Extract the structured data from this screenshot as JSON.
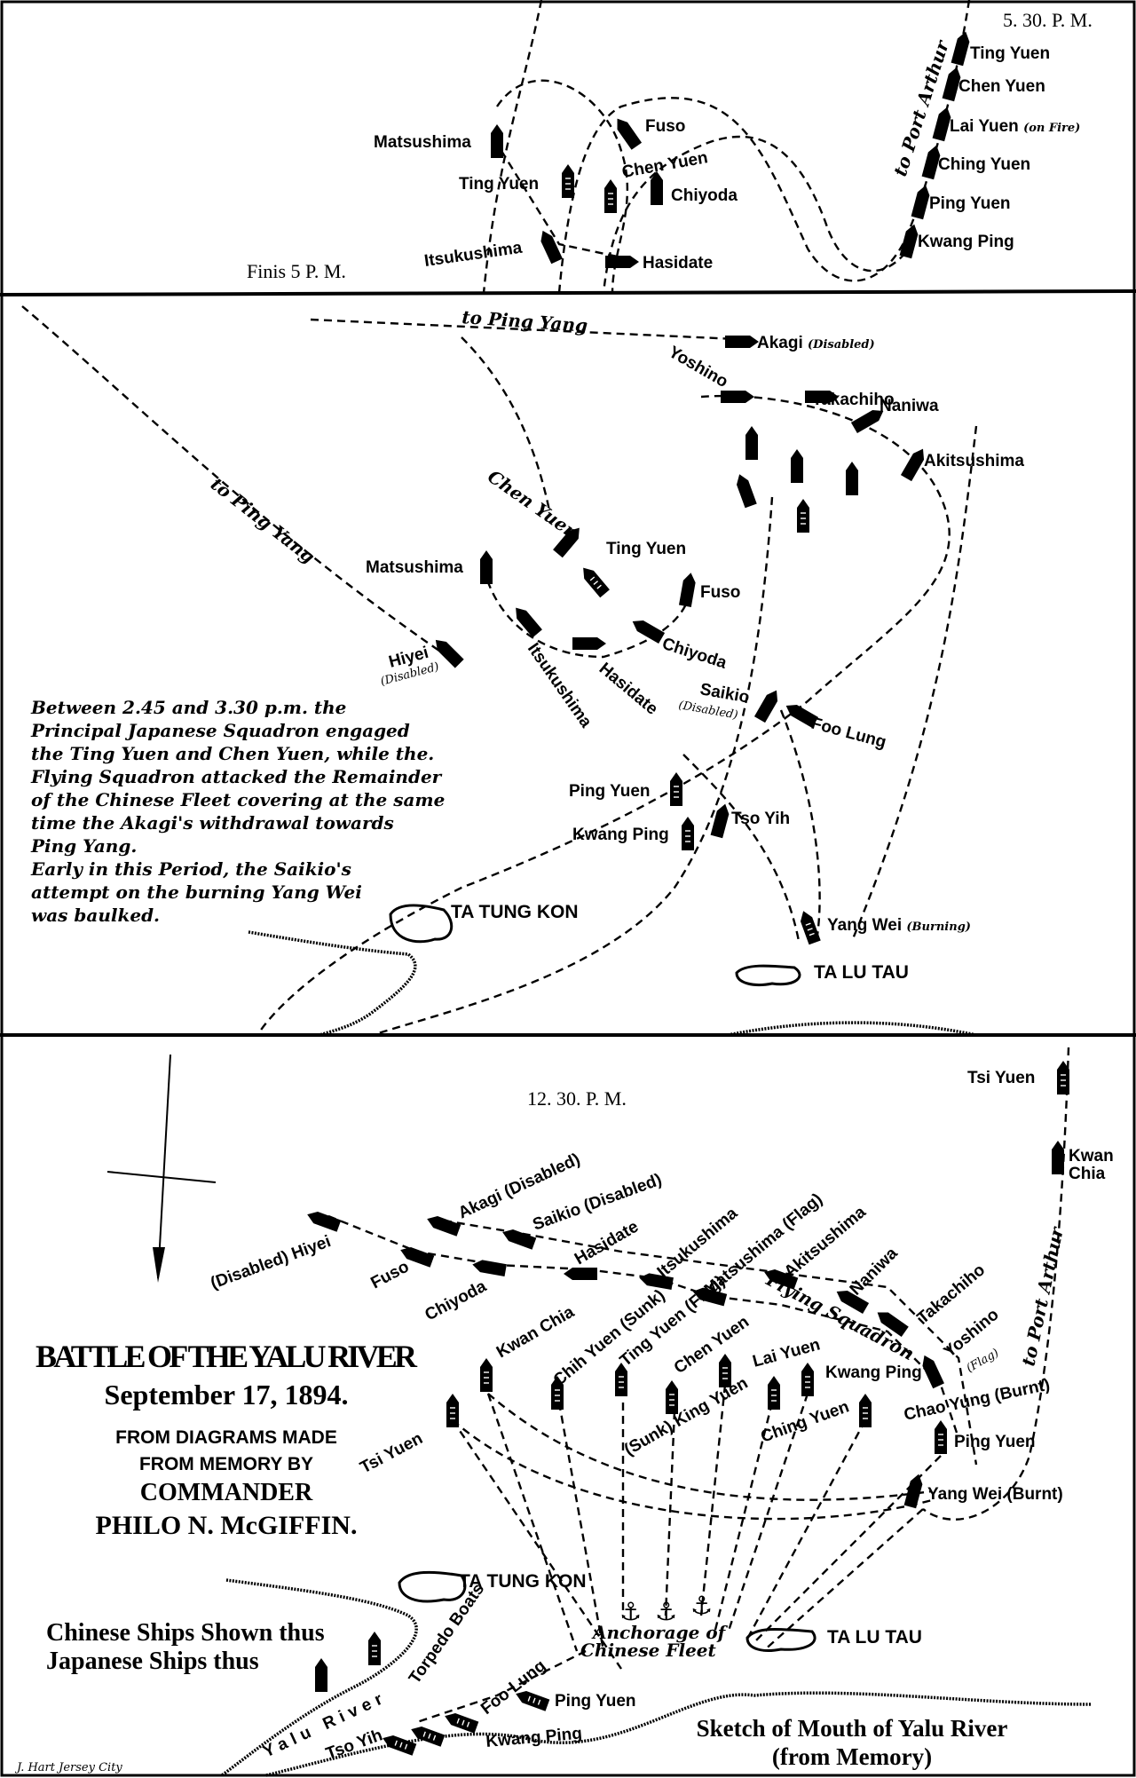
{
  "top_panel": {
    "time": "5. 30. P. M.",
    "finis": "Finis 5 P. M.",
    "to_port_arthur": "to Port Arthur",
    "chinese_ships": [
      "Ting Yuen",
      "Chen Yuen",
      "Lai Yuen",
      "Ching Yuen",
      "Ping Yuen",
      "Kwang Ping"
    ],
    "lai_yuen_note": "(on Fire)",
    "japanese_ships": [
      "Matsushima",
      "Fuso",
      "Chiyoda",
      "Itsukushima",
      "Hasidate"
    ],
    "center_chinese": [
      "Ting Yuen",
      "Chen Yuen"
    ]
  },
  "middle_panel": {
    "to_ping_yang_top": "to Ping Yang",
    "to_ping_yang_diag": "to Ping Yang",
    "akagi": "Akagi",
    "akagi_note": "(Disabled)",
    "yoshino": "Yoshino",
    "takachiho": "Takachiho",
    "naniwa": "Naniwa",
    "akitsushima": "Akitsushima",
    "chen_yuen": "Chen Yuen",
    "ting_yuen": "Ting Yuen",
    "fuso": "Fuso",
    "matsushima": "Matsushima",
    "chiyoda": "Chiyoda",
    "itsukushima": "Itsukushima",
    "hasidate": "Hasidate",
    "hiyei": "Hiyei",
    "hiyei_note": "(Disabled)",
    "saikio": "Saikio",
    "saikio_note": "(Disabled)",
    "foo_lung": "Foo Lung",
    "ping_yuen": "Ping Yuen",
    "kwang_ping": "Kwang Ping",
    "tso_yih": "Tso Yih",
    "yang_wei": "Yang Wei",
    "yang_wei_note": "(Burning)",
    "ta_tung_kon": "TA TUNG KON",
    "ta_lu_tau": "TA LU TAU",
    "note_lines": [
      "Between 2.45 and 3.30 p.m. the",
      "Principal Japanese Squadron engaged",
      "the Ting Yuen and Chen Yuen, while the.",
      "Flying Squadron attacked the Remainder",
      "of the Chinese Fleet covering at the same",
      "time the Akagi's withdrawal towards",
      "Ping Yang.",
      "Early in this Period, the Saikio's",
      "attempt on the burning Yang Wei",
      "was baulked."
    ]
  },
  "bottom_panel": {
    "time": "12. 30. P. M.",
    "tsi_yuen_top": "Tsi Yuen",
    "kwan_chia_top_1": "Kwan",
    "kwan_chia_top_2": "Chia",
    "to_port_arthur": "to Port Arthur",
    "hiyei": "(Disabled) Hiyei",
    "fuso": "Fuso",
    "chiyoda": "Chiyoda",
    "akagi": "Akagi (Disabled)",
    "saikio": "Saikio (Disabled)",
    "hasidate": "Hasidate",
    "itsukushima": "Itsukushima",
    "matsushima": "Matsushima (Flag)",
    "akitsushima": "Akitsushima",
    "flying_squadron": "Flying Squadron",
    "naniwa": "Naniwa",
    "takachiho": "Takachiho",
    "yoshino": "Yoshino",
    "yoshino_note": "(Flag)",
    "kwan_chia": "Kwan Chia",
    "chih_yuen": "Chih Yuen (Sunk)",
    "ting_yuen": "Ting Yuen (Flag)",
    "chen_yuen": "Chen Yuen",
    "lai_yuen": "Lai Yuen",
    "kwang_ping": "Kwang Ping",
    "king_yuen": "(Sunk) King Yuen",
    "ching_yuen": "Ching Yuen",
    "chao_yung": "Chao Yung (Burnt)",
    "ping_yuen": "Ping Yuen",
    "yang_wei": "Yang Wei (Burnt)",
    "tsi_yuen": "Tsi Yuen",
    "ta_tung_kon": "TA TUNG KON",
    "ta_lu_tau": "TA LU TAU",
    "anchorage_1": "Anchorage of",
    "anchorage_2": "Chinese Fleet",
    "torpedo_boats": "Torpedo Boats",
    "foo_lung": "Foo Lung",
    "ping_yuen_boat": "Ping Yuen",
    "tso_yih": "Tso Yih",
    "kwang_ping_boat": "Kwang Ping",
    "yalu_river": "Yalu River",
    "sketch_1": "Sketch of Mouth of Yalu River",
    "sketch_2": "(from Memory)",
    "legend": {
      "chinese": "Chinese Ships Shown thus",
      "japanese": "Japanese Ships thus"
    },
    "title": {
      "main": "BATTLE OF THE YALU RIVER",
      "date": "September 17, 1894.",
      "line1": "FROM DIAGRAMS MADE",
      "line2": "FROM MEMORY BY",
      "line3": "COMMANDER",
      "line4": "PHILO N. McGIFFIN."
    },
    "engraver": "J. Hart Jersey City"
  }
}
